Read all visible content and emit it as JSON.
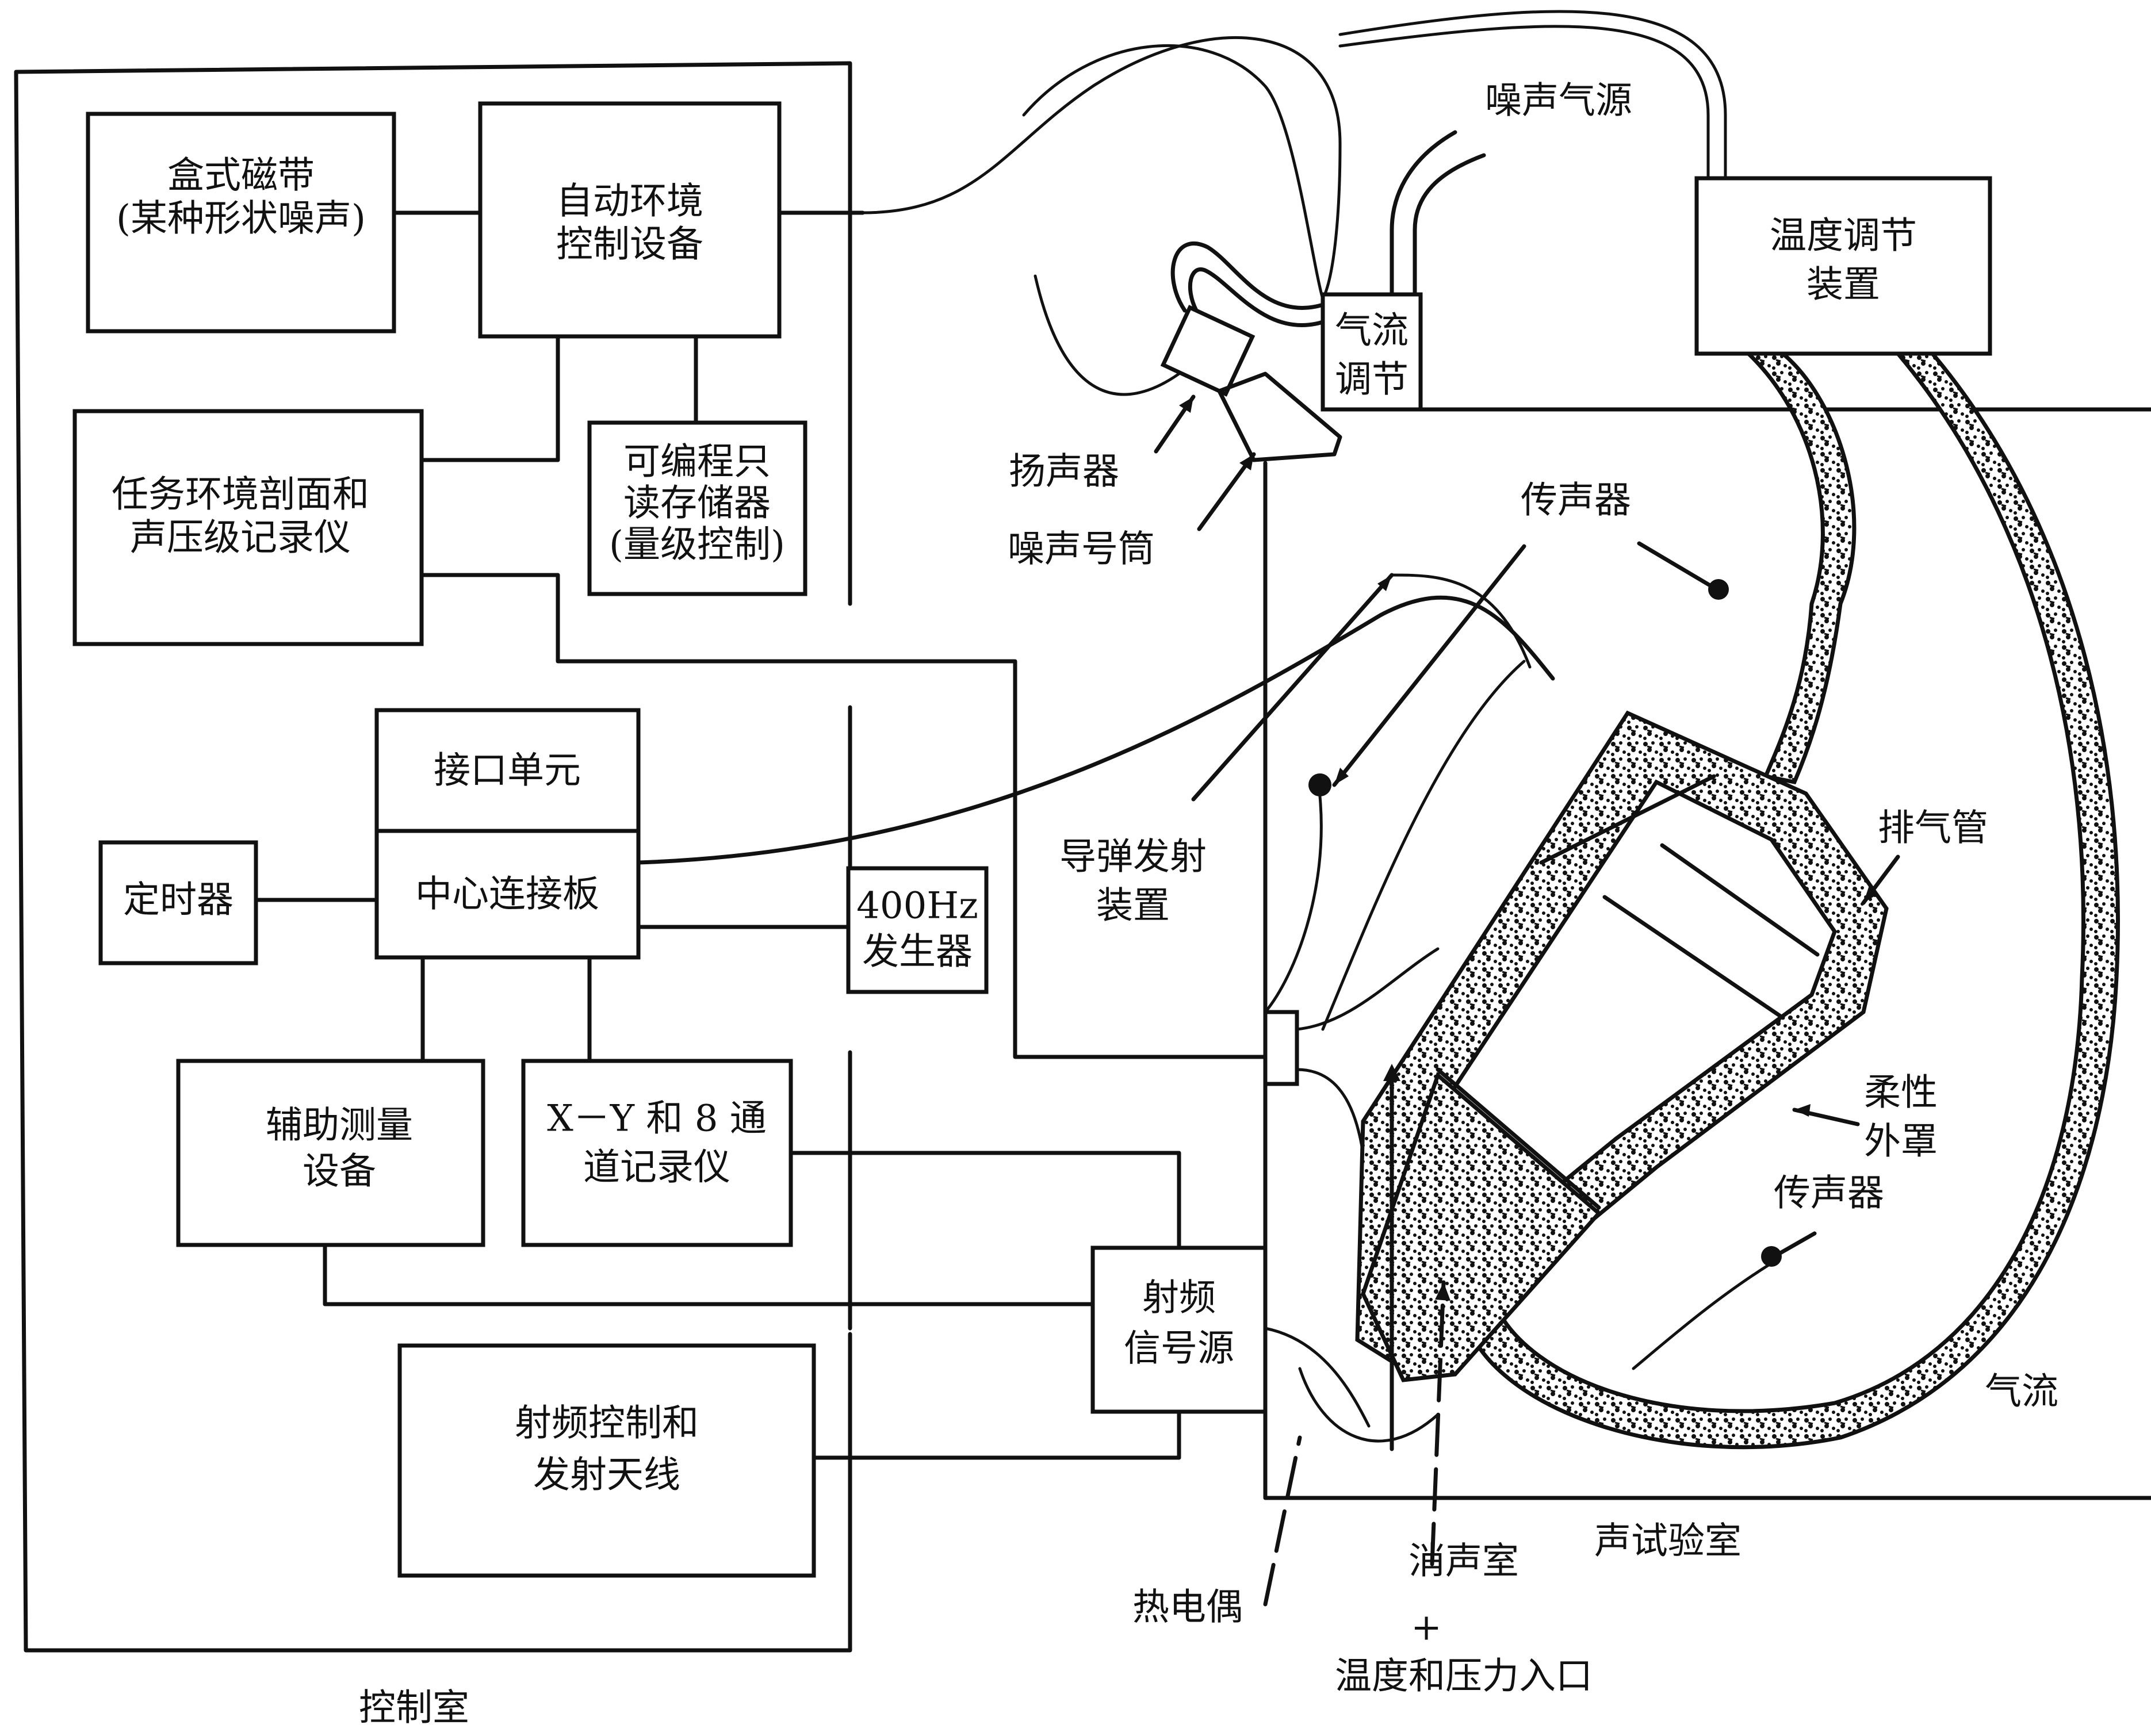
{
  "control_room": {
    "title": "控制室",
    "boxes": {
      "cassette": [
        "盒式磁带",
        "(某种形状噪声)"
      ],
      "auto_env": [
        "自动环境",
        "控制设备"
      ],
      "mission_recorder": [
        "任务环境剖面和",
        "声压级记录仪"
      ],
      "prom": [
        "可编程只",
        "读存储器",
        "(量级控制)"
      ],
      "interface_unit": "接口单元",
      "center_panel": "中心连接板",
      "timer": "定时器",
      "generator_400hz": [
        "400Hz",
        "发生器"
      ],
      "aux_measure": [
        "辅助测量",
        "设备"
      ],
      "xy_recorder": [
        "X－Y 和 8 通",
        "道记录仪"
      ],
      "rf_source": [
        "射频",
        "信号源"
      ],
      "rf_control": [
        "射频控制和",
        "发射天线"
      ]
    }
  },
  "test_room": {
    "title": "声试验室",
    "labels": {
      "noise_air_source": "噪声气源",
      "temp_control": [
        "温度调节",
        "装置"
      ],
      "airflow_adjust": [
        "气流",
        "调节"
      ],
      "speaker": "扬声器",
      "noise_horn": "噪声号筒",
      "microphone_top": "传声器",
      "launcher": [
        "导弹发射",
        "装置"
      ],
      "exhaust": "排气管",
      "flexible_cover": [
        "柔性",
        "外罩"
      ],
      "microphone_bottom": "传声器",
      "airflow": "气流",
      "thermocouple": "热电偶",
      "anechoic": "消声室",
      "plus": "+",
      "temp_pressure_inlet": "温度和压力入口"
    }
  }
}
